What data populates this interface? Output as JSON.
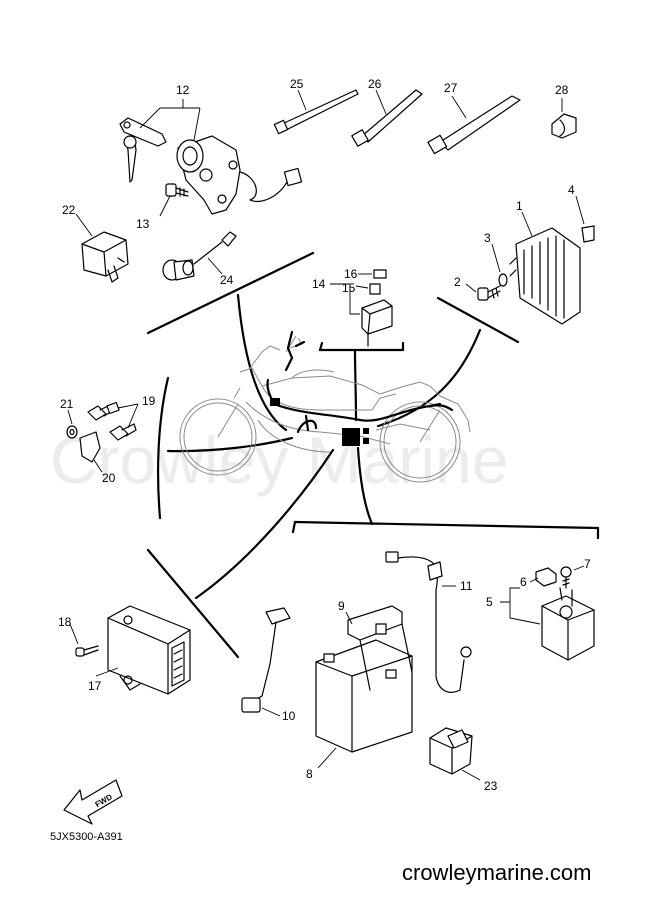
{
  "watermark": "Crowley Marine",
  "footer": "crowleymarine.com",
  "diagram_code": "5JX5300-A391",
  "fwd_label": "FWD",
  "callouts": [
    "1",
    "2",
    "3",
    "4",
    "5",
    "6",
    "7",
    "8",
    "9",
    "10",
    "11",
    "12",
    "13",
    "14",
    "15",
    "16",
    "17",
    "18",
    "19",
    "20",
    "21",
    "22",
    "23",
    "24",
    "25",
    "26",
    "27",
    "28"
  ]
}
